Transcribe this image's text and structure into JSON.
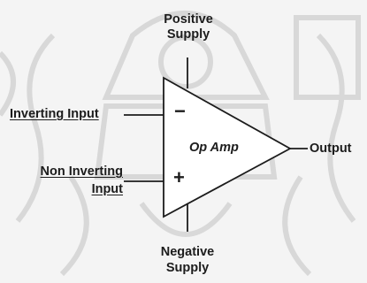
{
  "diagram": {
    "pos_supply": [
      "Positive",
      "Supply"
    ],
    "neg_supply": [
      "Negative",
      "Supply"
    ],
    "inv_input": "Inverting Input",
    "noninv_input": [
      "Non Inverting",
      "Input"
    ],
    "output": "Output",
    "center": "Op Amp",
    "minus_sign": "−",
    "plus_sign": "+"
  },
  "colors": {
    "background": "#f4f4f4",
    "watermark": "#d9d9d9",
    "line": "#1c1c1c",
    "triangle_fill": "#ffffff"
  }
}
